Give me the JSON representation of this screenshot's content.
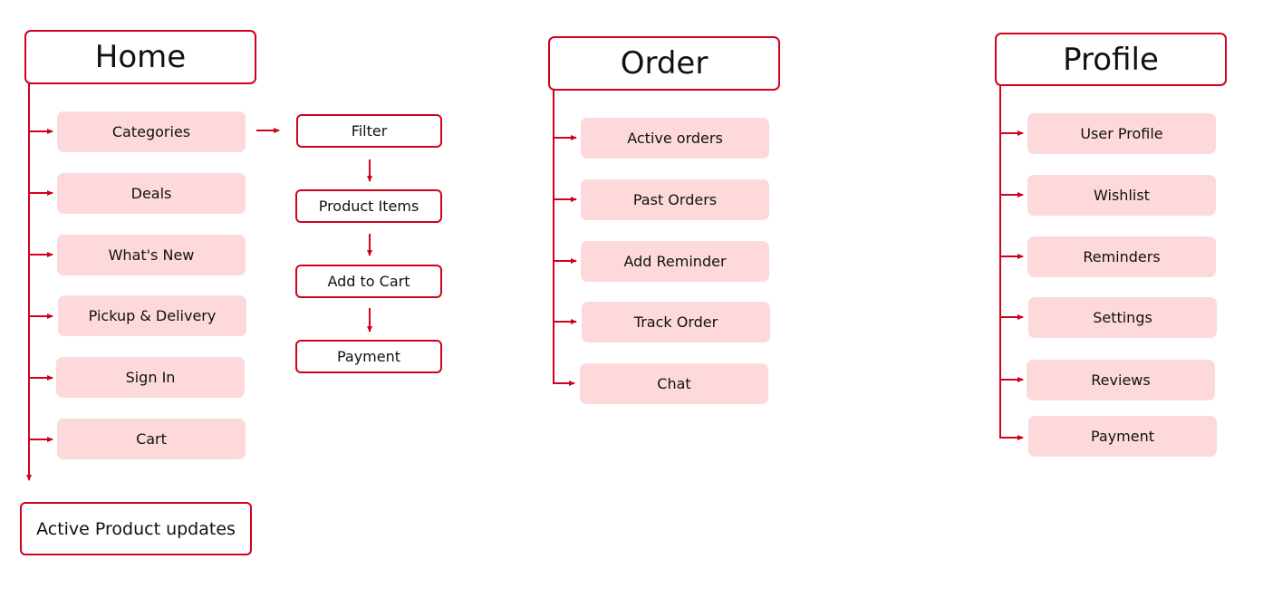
{
  "colors": {
    "line": "#d0021b",
    "pill_fill": "#fdd9db",
    "text": "#111111"
  },
  "home": {
    "title": "Home",
    "items": [
      "Categories",
      "Deals",
      "What's New",
      "Pickup & Delivery",
      "Sign In",
      "Cart"
    ],
    "flow": [
      "Filter",
      "Product Items",
      "Add to Cart",
      "Payment"
    ],
    "footer": "Active Product updates"
  },
  "order": {
    "title": "Order",
    "items": [
      "Active orders",
      "Past Orders",
      "Add Reminder",
      "Track Order",
      "Chat"
    ]
  },
  "profile": {
    "title": "Profile",
    "items": [
      "User Profile",
      "Wishlist",
      "Reminders",
      "Settings",
      "Reviews",
      "Payment"
    ]
  }
}
